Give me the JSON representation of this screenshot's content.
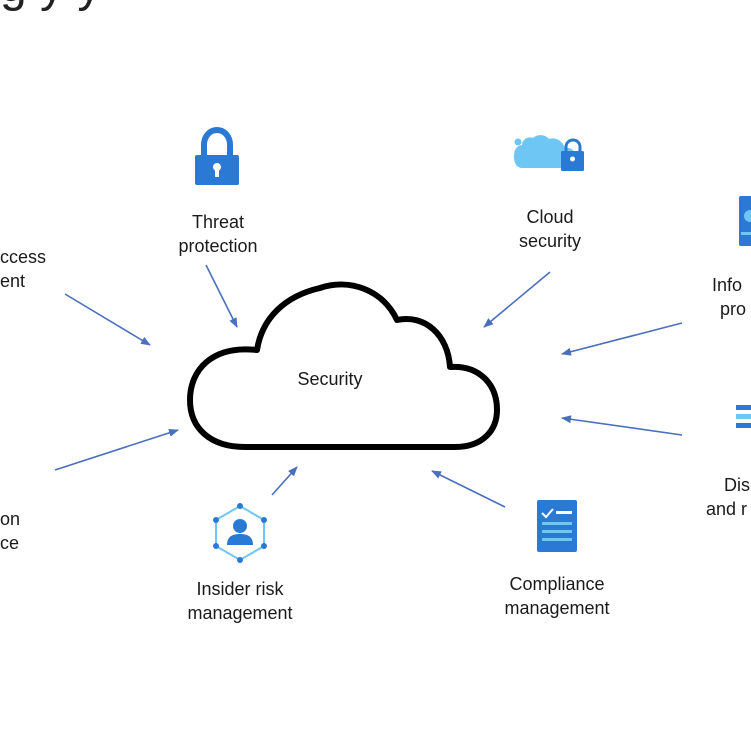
{
  "title_fragment": "g    y y",
  "center": {
    "label": "Security"
  },
  "nodes": {
    "threat_protection": {
      "line1": "Threat",
      "line2": "protection",
      "icon": "lock-icon"
    },
    "cloud_security": {
      "line1": "Cloud",
      "line2": "security",
      "icon": "cloud-lock-icon"
    },
    "identity_access": {
      "line1": "ccess",
      "line2": "ent"
    },
    "information_protection": {
      "line1": "Info",
      "line2": "pro",
      "icon": "document-icon"
    },
    "discovery": {
      "line1": "Dis",
      "line2": "and r",
      "icon": "list-icon"
    },
    "info_governance": {
      "line1": "on",
      "line2": "ce"
    },
    "insider_risk": {
      "line1": "Insider risk",
      "line2": "management",
      "icon": "user-network-icon"
    },
    "compliance": {
      "line1": "Compliance",
      "line2": "management",
      "icon": "checklist-icon"
    }
  },
  "colors": {
    "arrow": "#4a6fbf",
    "icon_blue": "#2a7ad5",
    "icon_light": "#6ec6f5",
    "cloud_stroke": "#000000"
  }
}
